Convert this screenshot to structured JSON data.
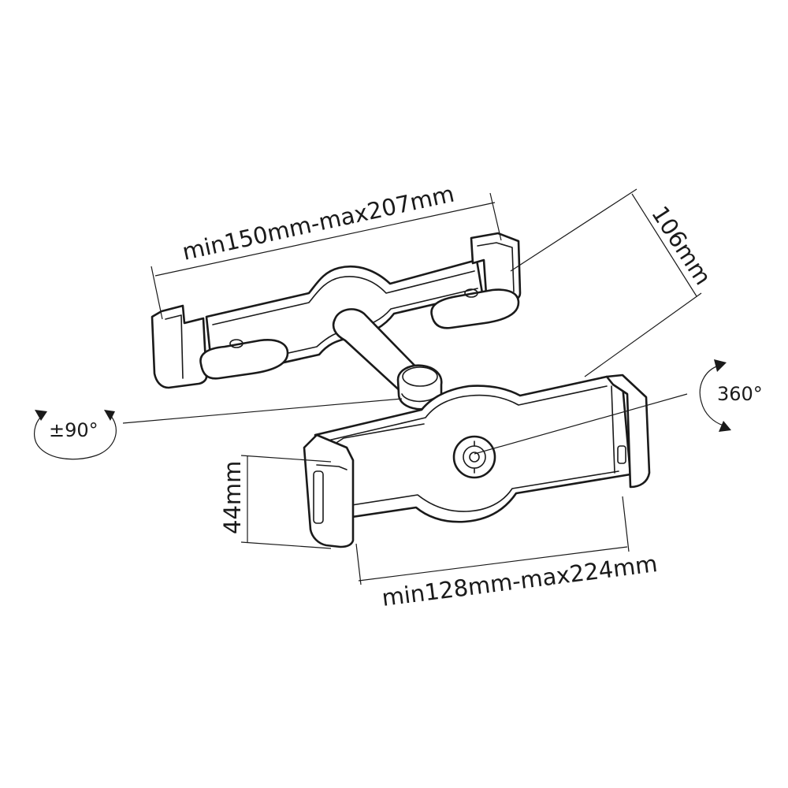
{
  "dimensions": {
    "top_width": "min150mm-max207mm",
    "depth": "106mm",
    "height": "44mm",
    "bottom_width": "min128mm-max224mm"
  },
  "rotations": {
    "tilt": "±90°",
    "spin": "360°"
  },
  "colors": {
    "line": "#1a1a1a",
    "background": "#ffffff"
  }
}
